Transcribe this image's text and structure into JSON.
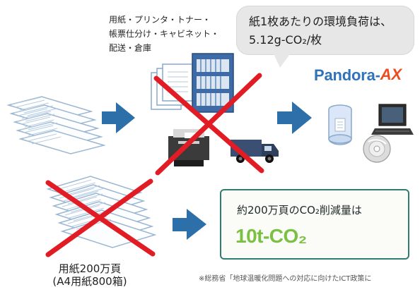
{
  "top_text": "用紙・プリンタ・トナー・\n帳票仕分け・キャビネット・\n配送・倉庫",
  "bubble": {
    "line1": "紙1枚あたりの環境負荷は、",
    "line2": "5.12g-CO₂/枚"
  },
  "logo": {
    "text": "Pandora-",
    "accent": "AX"
  },
  "paper_label": "用紙200万頁\n(A4用紙800箱)",
  "reduction": {
    "title": "約200万頁のCO₂削減量は",
    "value": "10t-CO₂"
  },
  "note": "※総務省「地球温暖化問題への対応に向けたICT政策に",
  "colors": {
    "arrow": "#2d6fa8",
    "cross": "#e21c24",
    "box_border": "#2f7d6f",
    "leaf": "#7ac143",
    "logo": "#2f73b8",
    "logo_accent": "#ef4a1f"
  },
  "icons": {
    "paper_stack": "paper-stack-icon",
    "folder": "document-folder-icon",
    "cabinet": "cabinet-icon",
    "printer": "printer-icon",
    "truck": "truck-icon",
    "database": "database-icon",
    "laptop": "laptop-icon",
    "disc": "disc-icon",
    "leaf": "leaf-icon"
  }
}
